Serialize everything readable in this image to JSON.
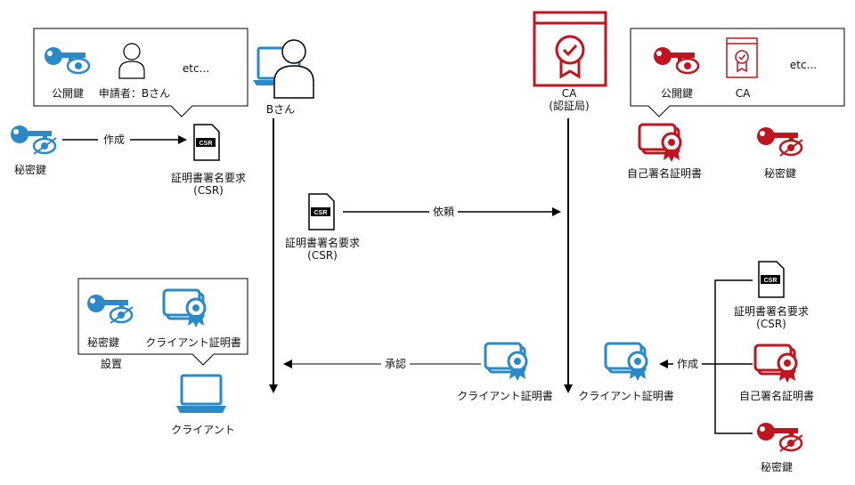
{
  "colors": {
    "blue": "#2a8ac8",
    "red": "#c0141e",
    "line": "#000000"
  },
  "labels": {
    "public_key": "公開鍵",
    "applicant": "申請者：Bさん",
    "etc": "etc...",
    "b_san": "Bさん",
    "private_key": "秘密鍵",
    "create": "作成",
    "csr_line1": "証明書署名要求",
    "csr_line2": "(CSR)",
    "ca_line1": "CA",
    "ca_line2": "(認証局)",
    "ca": "CA",
    "self_signed": "自己署名証明書",
    "request": "依頼",
    "approve": "承認",
    "client_cert": "クライアント証明書",
    "install": "設置",
    "client": "クライアント",
    "csr_doc": "CSR"
  }
}
